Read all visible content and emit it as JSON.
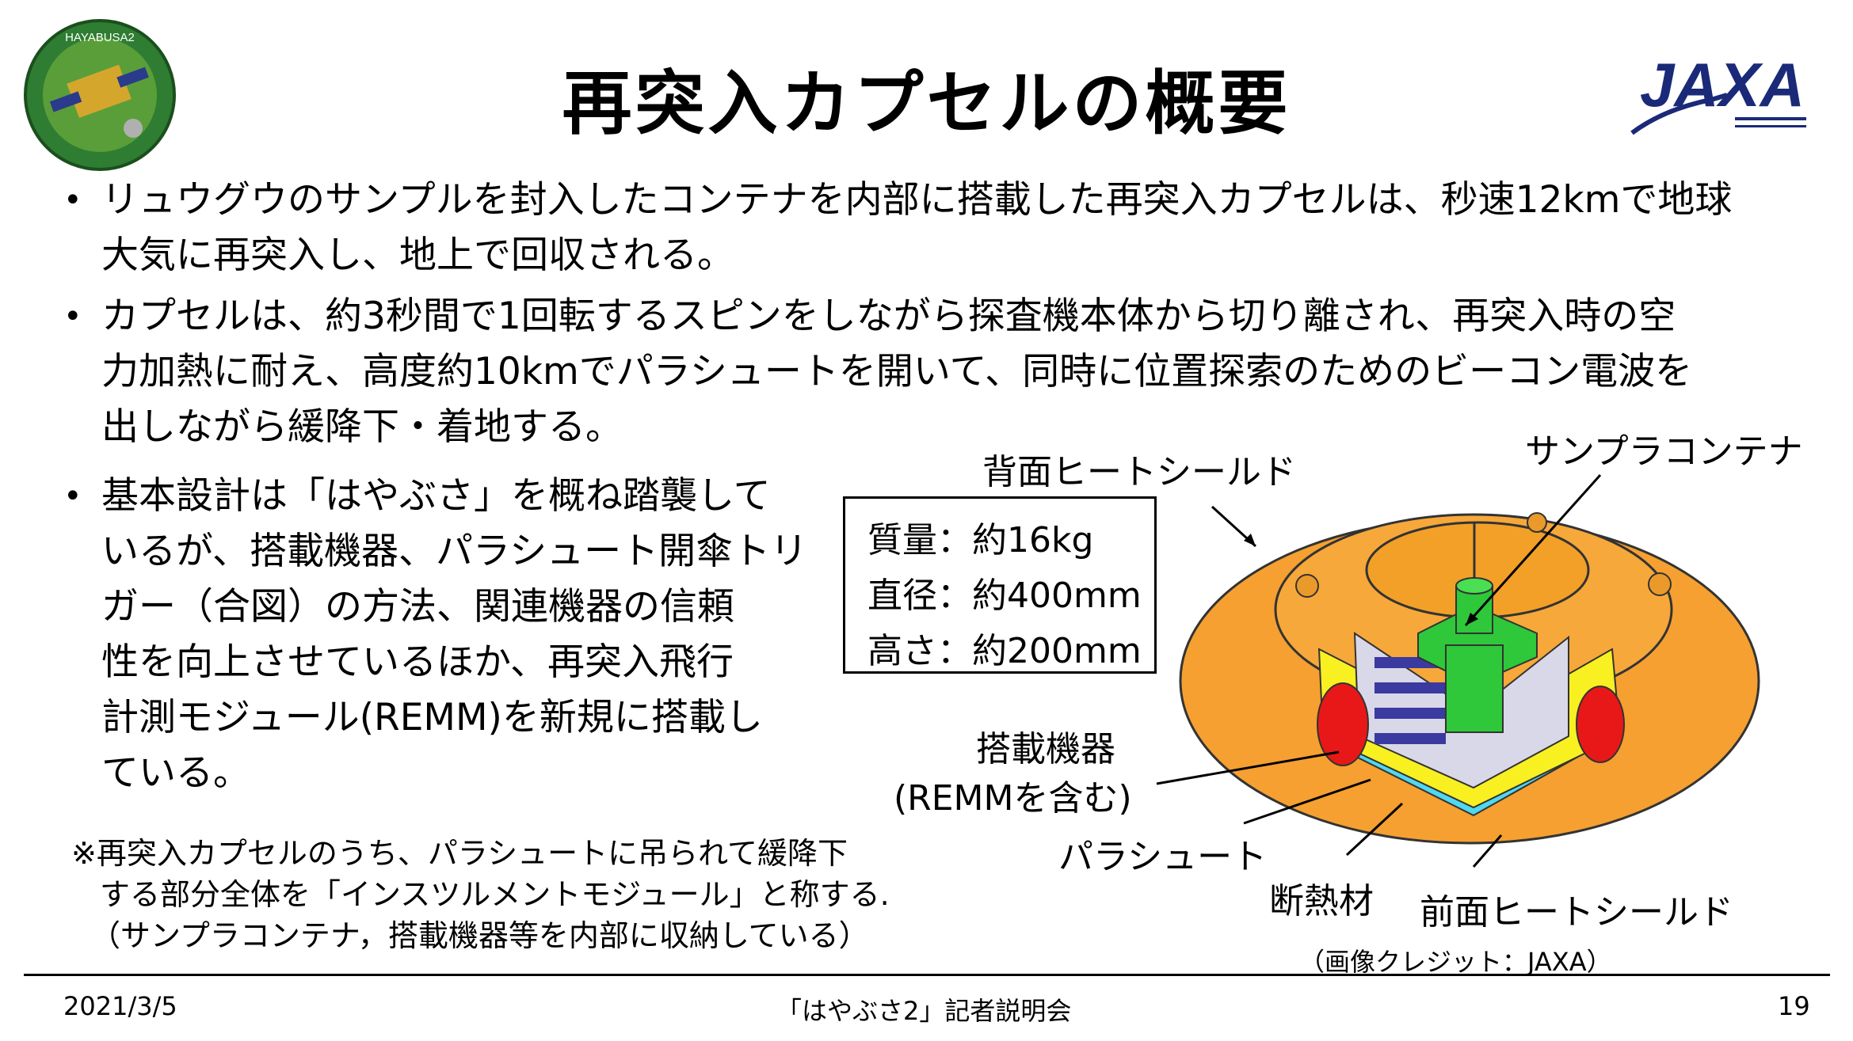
{
  "logos": {
    "left": {
      "icon": "hayabusa2-mission-emblem",
      "text": "HAYABUSA2"
    },
    "right": {
      "icon": "jaxa-logo",
      "text": "JAXA"
    }
  },
  "title": "再突入カプセルの概要",
  "bullets": [
    {
      "lines": [
        "リュウグウのサンプルを封入したコンテナを内部に搭載した再突入カプセルは、秒速12kmで地球",
        "大気に再突入し、地上で回収される。"
      ]
    },
    {
      "lines": [
        "カプセルは、約3秒間で1回転するスピンをしながら探査機本体から切り離され、再突入時の空",
        "力加熱に耐え、高度約10kmでパラシュートを開いて、同時に位置探索のためのビーコン電波を",
        "出しながら緩降下・着地する。"
      ]
    },
    {
      "lines": [
        "基本設計は「はやぶさ」を概ね踏襲して",
        "いるが、搭載機器、パラシュート開傘トリ",
        "ガー（合図）の方法、関連機器の信頼",
        "性を向上させているほか、再突入飛行",
        "計測モジュール(REMM)を新規に搭載し",
        "ている。"
      ]
    }
  ],
  "note": [
    "※再突入カプセルのうち、パラシュートに吊られて緩降下",
    "する部分全体を「インスツルメントモジュール」と称する.",
    "（サンプラコンテナ，搭載機器等を内部に収納している）"
  ],
  "specs": [
    "質量：約16kg",
    "直径：約400mm",
    "高さ：約200mm"
  ],
  "diagram_labels": {
    "back_heat_shield": "背面ヒートシールド",
    "sample_container": "サンプラコンテナ",
    "onboard_equipment": "搭載機器",
    "onboard_equipment_sub": "(REMMを含む)",
    "parachute": "パラシュート",
    "insulation": "断熱材",
    "front_heat_shield": "前面ヒートシールド",
    "credit": "（画像クレジット：JAXA）"
  },
  "colors": {
    "orange": "#f5a030",
    "green": "#2ec83a",
    "yellow": "#f8f020",
    "cyan": "#50d8f0",
    "red": "#e81818",
    "navy": "#1a2a78"
  },
  "footer": {
    "date": "2021/3/5",
    "event": "「はやぶさ2」記者説明会",
    "page": "19"
  }
}
